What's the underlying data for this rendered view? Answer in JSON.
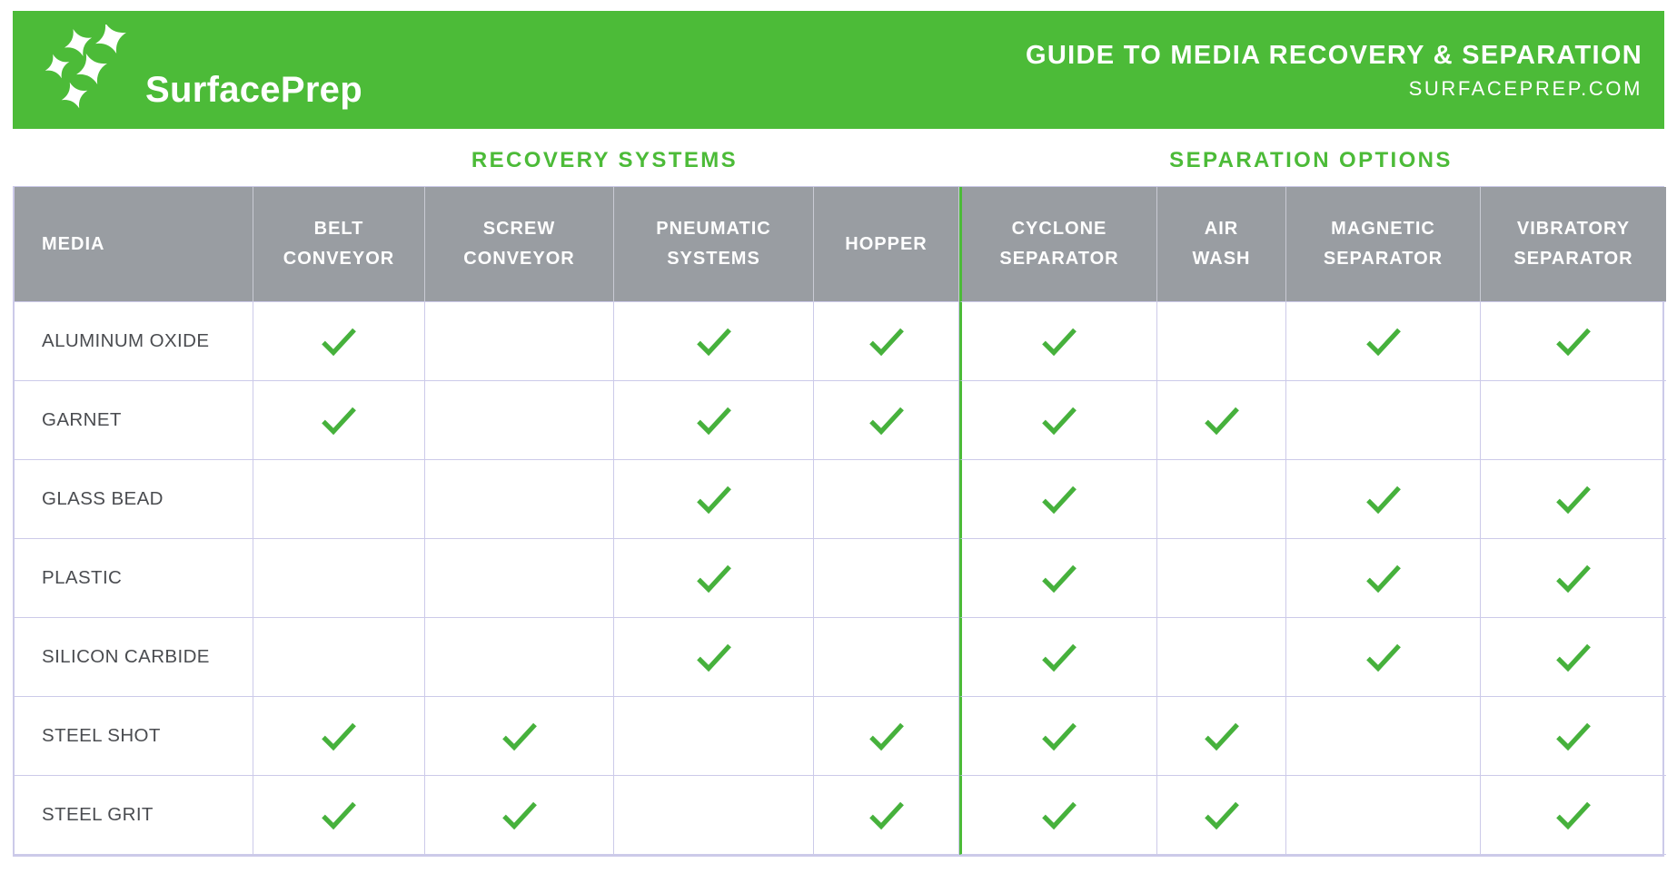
{
  "banner": {
    "logo_text": "SurfacePrep",
    "title": "GUIDE TO MEDIA RECOVERY & SEPARATION",
    "subtitle": "SURFACEPREP.COM"
  },
  "groups": {
    "recovery": "RECOVERY SYSTEMS",
    "separation": "SEPARATION OPTIONS"
  },
  "table": {
    "media_header": "MEDIA",
    "columns": [
      {
        "label": "BELT\nCONVEYOR",
        "group": "RECOVERY SYSTEMS"
      },
      {
        "label": "SCREW\nCONVEYOR",
        "group": "RECOVERY SYSTEMS"
      },
      {
        "label": "PNEUMATIC\nSYSTEMS",
        "group": "RECOVERY SYSTEMS"
      },
      {
        "label": "HOPPER",
        "group": "RECOVERY SYSTEMS"
      },
      {
        "label": "CYCLONE\nSEPARATOR",
        "group": "SEPARATION OPTIONS"
      },
      {
        "label": "AIR\nWASH",
        "group": "SEPARATION OPTIONS"
      },
      {
        "label": "MAGNETIC\nSEPARATOR",
        "group": "SEPARATION OPTIONS"
      },
      {
        "label": "VIBRATORY\nSEPARATOR",
        "group": "SEPARATION OPTIONS"
      }
    ],
    "rows": [
      {
        "media": "ALUMINUM OXIDE",
        "checks": [
          true,
          false,
          true,
          true,
          true,
          false,
          true,
          true
        ]
      },
      {
        "media": "GARNET",
        "checks": [
          true,
          false,
          true,
          true,
          true,
          true,
          false,
          false
        ]
      },
      {
        "media": "GLASS BEAD",
        "checks": [
          false,
          false,
          true,
          false,
          true,
          false,
          true,
          true
        ]
      },
      {
        "media": "PLASTIC",
        "checks": [
          false,
          false,
          true,
          false,
          true,
          false,
          true,
          true
        ]
      },
      {
        "media": "SILICON CARBIDE",
        "checks": [
          false,
          false,
          true,
          false,
          true,
          false,
          true,
          true
        ]
      },
      {
        "media": "STEEL SHOT",
        "checks": [
          true,
          true,
          false,
          true,
          true,
          true,
          false,
          true
        ]
      },
      {
        "media": "STEEL GRIT",
        "checks": [
          true,
          true,
          false,
          true,
          true,
          true,
          false,
          true
        ]
      }
    ]
  },
  "icons": {
    "logo": "sparkle-cluster-icon",
    "check": "check-icon"
  },
  "colors": {
    "brand_green": "#4CBB38",
    "check_green": "#46B13C",
    "header_gray": "#999DA2",
    "grid_lavender": "#CCCAE9",
    "row_text": "#4A4C50",
    "white": "#FFFFFF"
  }
}
